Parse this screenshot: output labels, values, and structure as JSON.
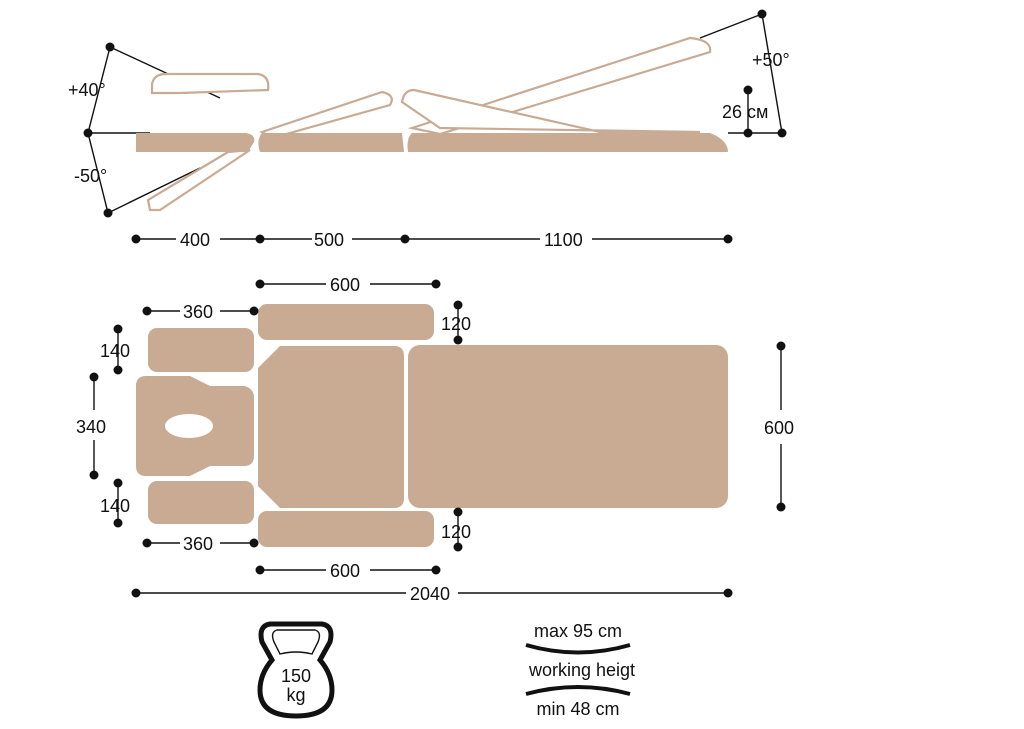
{
  "colors": {
    "upholstery": "#c9ab93",
    "outline": "#c9ab93",
    "ink": "#111111"
  },
  "side_view": {
    "angle_up_left": "+40°",
    "angle_down_left": "-50°",
    "angle_up_right": "+50°",
    "lift_height": "26 см",
    "section_lengths": [
      "400",
      "500",
      "1100"
    ]
  },
  "top_view": {
    "armrest_top_length": "360",
    "armrest_bottom_length": "360",
    "armrest_top_width": "140",
    "armrest_bottom_width": "140",
    "head_width": "340",
    "side_pad_top_length": "600",
    "side_pad_bottom_length": "600",
    "side_pad_top_width": "120",
    "side_pad_bottom_width": "120",
    "leg_width": "600",
    "total_length": "2040"
  },
  "load_badge": {
    "value": "150",
    "unit": "kg",
    "icon": "weight-kettlebell-icon"
  },
  "height_badge": {
    "max": "max 95 cm",
    "label": "working heigt",
    "min": "min 48 cm",
    "icon": "height-range-icon"
  }
}
